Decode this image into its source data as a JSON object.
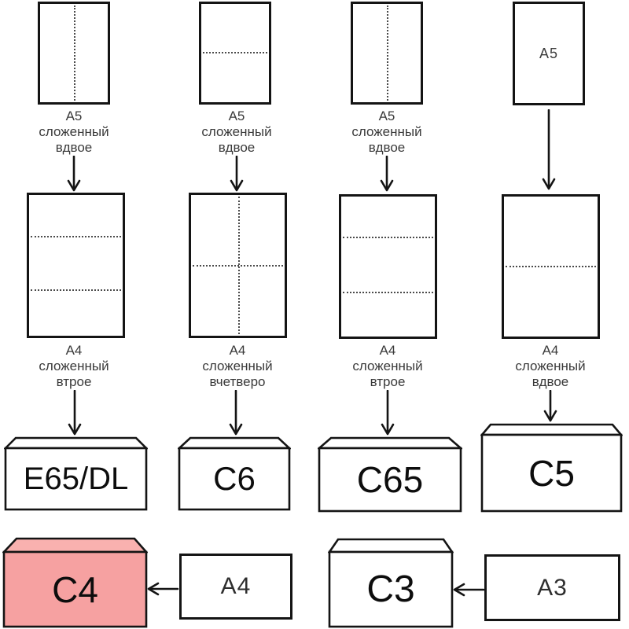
{
  "diagram": {
    "columns": [
      {
        "top_label": [
          "A5",
          "сложенный",
          "вдвое"
        ],
        "mid_label": [
          "A4",
          "сложенный",
          "втрое"
        ],
        "envelope": "E65/DL"
      },
      {
        "top_label": [
          "A5",
          "сложенный",
          "вдвое"
        ],
        "mid_label": [
          "A4",
          "сложенный",
          "вчетверо"
        ],
        "envelope": "C6"
      },
      {
        "top_label": [
          "A5",
          "сложенный",
          "вдвое"
        ],
        "mid_label": [
          "A4",
          "сложенный",
          "втрое"
        ],
        "envelope": "C65"
      },
      {
        "top_inner": "A5",
        "mid_label": [
          "A4",
          "сложенный",
          "вдвое"
        ],
        "envelope": "C5"
      }
    ],
    "bottom": {
      "c4": {
        "envelope": "C4",
        "source": "A4"
      },
      "c3": {
        "envelope": "C3",
        "source": "A3"
      }
    },
    "colors": {
      "outline": "#141414",
      "label_text": "#3a3a3a",
      "highlight_body": "#f6a1a1",
      "highlight_flap": "#f9b1af",
      "background": "#ffffff"
    }
  }
}
